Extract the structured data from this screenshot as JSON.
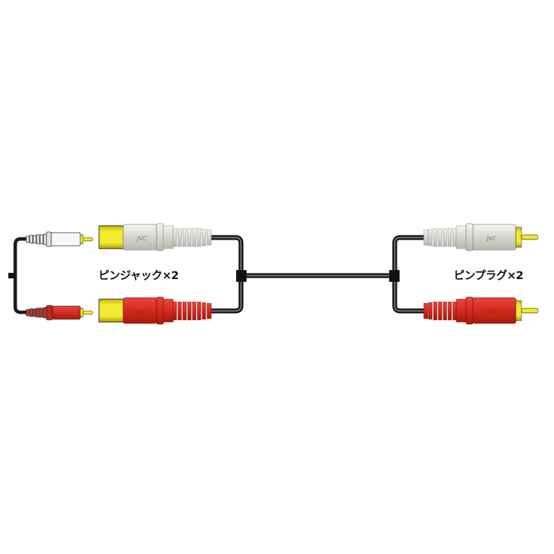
{
  "diagram": {
    "subject": "RCA pin-jack to pin-plug stereo cable",
    "labels": {
      "left": "ピンジャック×2",
      "right": "ピンプラグ×2"
    },
    "connectors": {
      "left_jacks": [
        {
          "color_name": "white",
          "body_color": "#d9d9d2",
          "logo": "JVC"
        },
        {
          "color_name": "red",
          "body_color": "#d6261c",
          "logo": "JVC"
        }
      ],
      "right_plugs": [
        {
          "color_name": "white",
          "body_color": "#d9d9d2",
          "logo": "JVC"
        },
        {
          "color_name": "red",
          "body_color": "#d6261c",
          "logo": "JVC"
        }
      ],
      "inset_plugs": [
        {
          "color_name": "white",
          "body_color": "#f2f2ee"
        },
        {
          "color_name": "red",
          "body_color": "#d6261c"
        }
      ]
    },
    "colors": {
      "cable": "#1a1a1a",
      "cable_highlight": "#8a8a8a",
      "gold": "#e8e020",
      "gold_dark": "#b8a800",
      "white_body": "#d9d9d2",
      "red_body": "#d6261c",
      "background": "#ffffff"
    }
  }
}
